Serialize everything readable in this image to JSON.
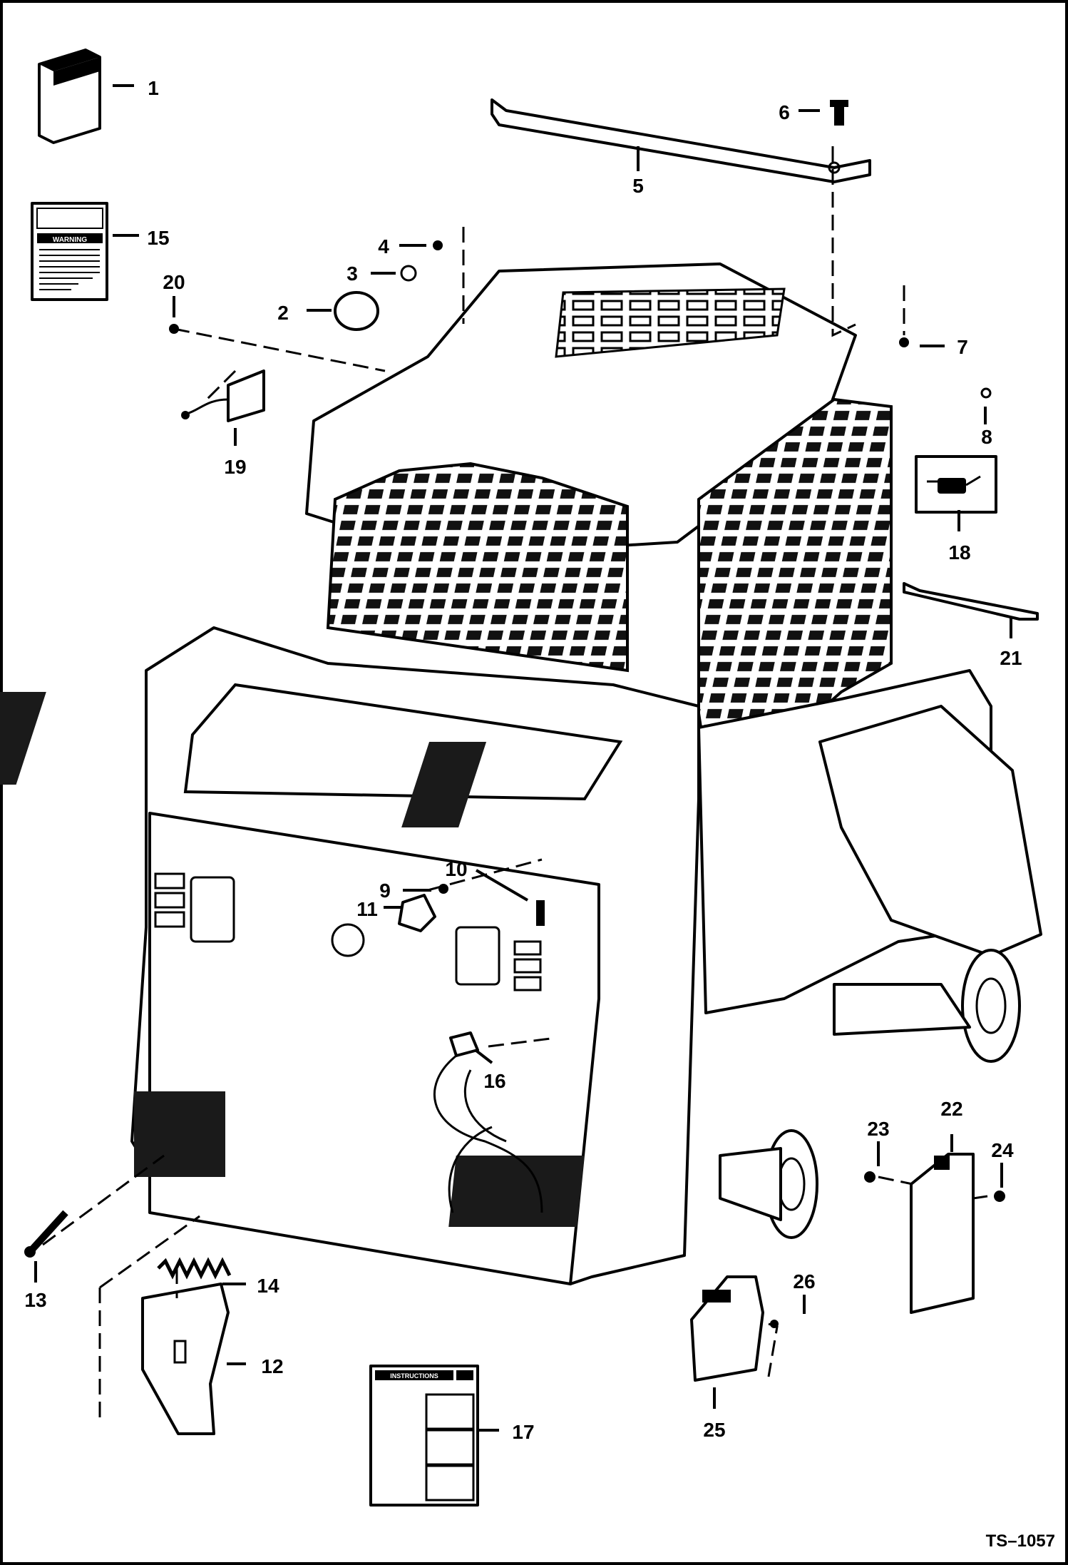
{
  "diagram": {
    "code": "TS–1057",
    "callouts": [
      "1",
      "2",
      "3",
      "4",
      "5",
      "6",
      "7",
      "8",
      "9",
      "10",
      "11",
      "12",
      "13",
      "14",
      "15",
      "16",
      "17",
      "18",
      "19",
      "20",
      "21",
      "22",
      "23",
      "24",
      "25",
      "26"
    ],
    "labels": {
      "decal_15": {
        "heading": "WARNING"
      },
      "decal_17": {
        "heading": "INSTRUCTIONS"
      }
    }
  }
}
